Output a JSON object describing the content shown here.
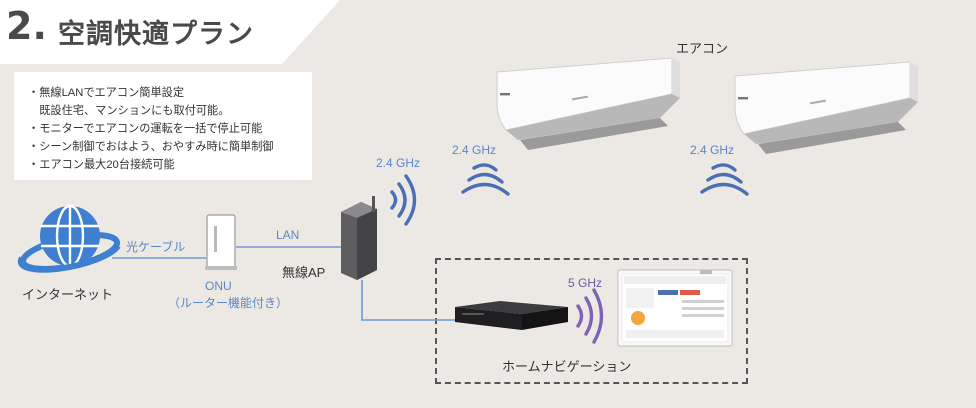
{
  "title": {
    "number": "2.",
    "text": "空調快適プラン"
  },
  "features": [
    "・無線LANでエアコン簡単設定",
    "　既設住宅、マンションにも取付可能。",
    "・モニターでエアコンの運転を一括で停止可能",
    "・シーン制御でおはよう、おやすみ時に簡単制御",
    "・エアコン最大20台接続可能"
  ],
  "labels": {
    "aircon": "エアコン",
    "internet": "インターネット",
    "fiber_cable": "光ケーブル",
    "onu_line1": "ONU",
    "onu_line2": "（ルーター機能付き）",
    "lan": "LAN",
    "wireless_ap": "無線AP",
    "home_navigation": "ホームナビゲーション"
  },
  "frequencies": {
    "ap": "2.4 GHz",
    "aircon1": "2.4 GHz",
    "aircon2": "2.4 GHz",
    "home_nav": "5 GHz"
  },
  "colors": {
    "link_line": "#6e9bd4",
    "globe": "#3f7fd0",
    "wave": "#4a6fb5",
    "wave_5ghz": "#7a64b8"
  }
}
